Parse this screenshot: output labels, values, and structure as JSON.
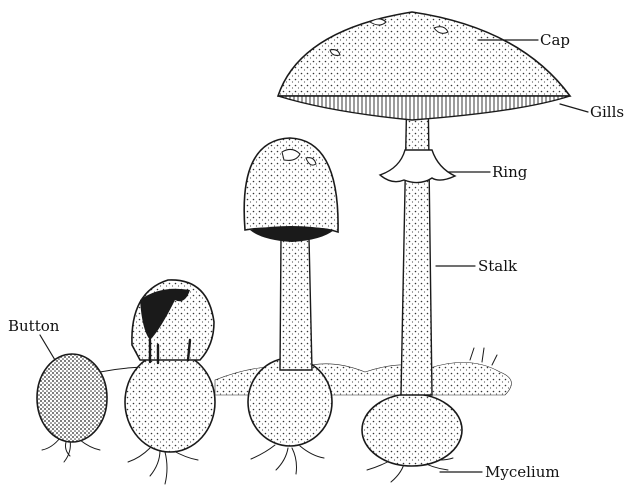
{
  "labels": {
    "cap": "Cap",
    "gills": "Gills",
    "ring": "Ring",
    "stalk": "Stalk",
    "button": "Button",
    "mycelium": "Mycelium"
  },
  "colors": {
    "ink": "#1a1a1a",
    "paper": "#ffffff",
    "shade": "#e9e9e9"
  }
}
